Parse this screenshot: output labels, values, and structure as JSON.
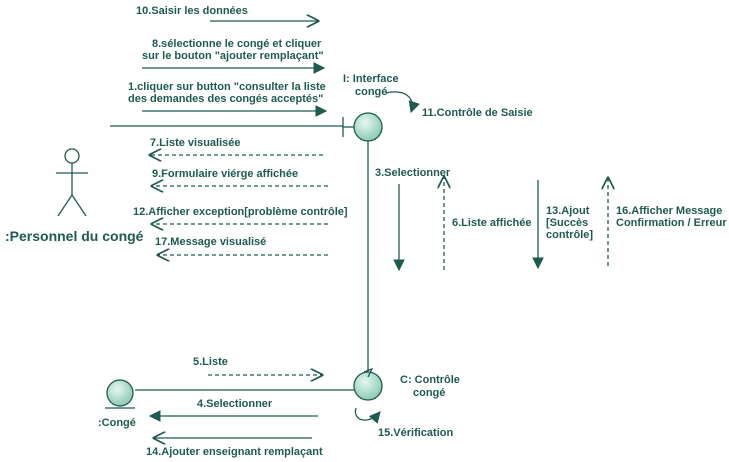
{
  "actor": {
    "label": ":Personnel du congé"
  },
  "objects": {
    "interface": {
      "label_line1": "I: Interface",
      "label_line2": "congé"
    },
    "controle": {
      "label_line1": "C: Contrôle",
      "label_line2": "congé"
    },
    "conge": {
      "label": ":Congé"
    }
  },
  "messages": {
    "m10": "10.Saisir les données",
    "m8_line1": "8.sélectionne le congé et cliquer",
    "m8_line2": "sur le bouton \"ajouter remplaçant\"",
    "m1_line1": "1.cliquer sur button \"consulter la liste",
    "m1_line2": "des demandes des congés acceptés\"",
    "m11": "11.Contrôle de Saisie",
    "m7": "7.Liste visualisée",
    "m9": "9.Formulaire viérge affichée",
    "m12": "12.Afficher exception[problème contrôle]",
    "m17": "17.Message visualisé",
    "m3": "3.Selectionner",
    "m6": "6.Liste affichée",
    "m13_line1": "13.Ajout",
    "m13_line2": "[Succès",
    "m13_line3": "contrôle]",
    "m16_line1": "16.Afficher Message",
    "m16_line2": "Confirmation / Erreur",
    "m5": "5.Liste",
    "m4": "4.Selectionner",
    "m15": "15.Vérification",
    "m14": "14.Ajouter enseignant remplaçant"
  },
  "colors": {
    "ink": "#1f5a50",
    "fill": "#a8d8c8",
    "fill_light": "#d8f0e8"
  }
}
